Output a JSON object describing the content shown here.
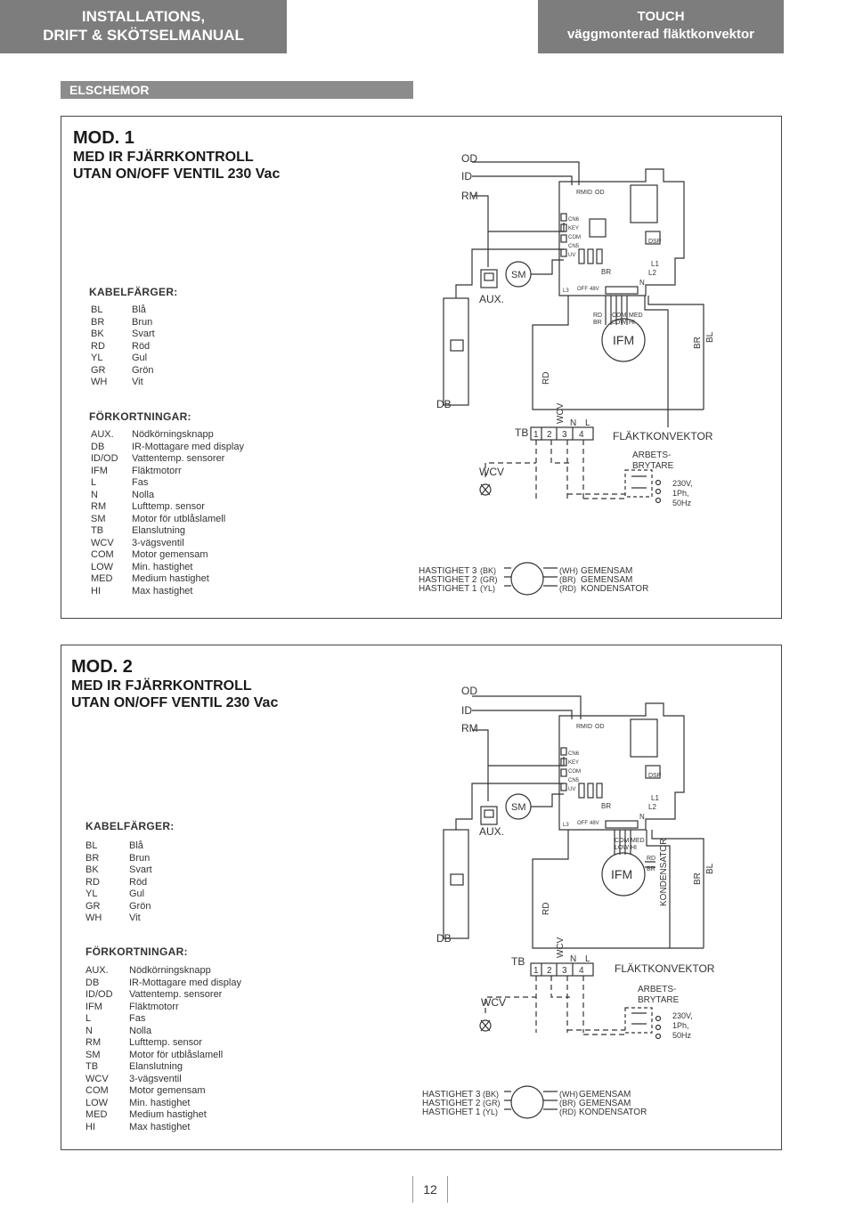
{
  "header": {
    "left_line1": "INSTALLATIONS,",
    "left_line2": "DRIFT & SKÖTSELMANUAL",
    "right_line1": "TOUCH",
    "right_line2": "väggmonterad fläktkonvektor"
  },
  "section_title": "ELSCHEMOR",
  "mod1": {
    "title": "MOD. 1",
    "subtitle1": "MED IR FJÄRRKONTROLL",
    "subtitle2": "UTAN ON/OFF VENTIL 230 Vac"
  },
  "mod2": {
    "title": "MOD. 2",
    "subtitle1": "MED IR FJÄRRKONTROLL",
    "subtitle2": "UTAN ON/OFF VENTIL 230 Vac"
  },
  "cable_colors_heading": "KABELFÄRGER:",
  "cable_colors": [
    {
      "code": "BL",
      "name": "Blå"
    },
    {
      "code": "BR",
      "name": "Brun"
    },
    {
      "code": "BK",
      "name": "Svart"
    },
    {
      "code": "RD",
      "name": "Röd"
    },
    {
      "code": "YL",
      "name": "Gul"
    },
    {
      "code": "GR",
      "name": "Grön"
    },
    {
      "code": "WH",
      "name": "Vit"
    }
  ],
  "abbreviations_heading": "FÖRKORTNINGAR:",
  "abbreviations": [
    {
      "code": "AUX.",
      "name": "Nödkörningsknapp"
    },
    {
      "code": "DB",
      "name": "IR-Mottagare med display"
    },
    {
      "code": "ID/OD",
      "name": "Vattentemp. sensorer"
    },
    {
      "code": "IFM",
      "name": "Fläktmotorr"
    },
    {
      "code": "L",
      "name": "Fas"
    },
    {
      "code": "N",
      "name": "Nolla"
    },
    {
      "code": "RM",
      "name": "Lufttemp. sensor"
    },
    {
      "code": "SM",
      "name": "Motor för utblåslamell"
    },
    {
      "code": "TB",
      "name": "Elanslutning"
    },
    {
      "code": "WCV",
      "name": "3-vägsventil"
    },
    {
      "code": "COM",
      "name": "Motor gemensam"
    },
    {
      "code": "LOW",
      "name": "Min. hastighet"
    },
    {
      "code": "MED",
      "name": "Medium hastighet"
    },
    {
      "code": "HI",
      "name": "Max hastighet"
    }
  ],
  "diagram": {
    "od": "OD",
    "id": "ID",
    "rm": "RM",
    "aux": "AUX.",
    "sm": "SM",
    "db": "DB",
    "rd": "RD",
    "ifm": "IFM",
    "bl": "BL",
    "br": "BR",
    "tb": "TB",
    "wcv": "WCV",
    "n": "N",
    "l": "L",
    "t1": "1",
    "t2": "2",
    "t3": "3",
    "t4": "4",
    "unit": "FLÄKTKONVEKTOR",
    "switch1": "ARBETS-",
    "switch2": "BRYTARE",
    "supply1": "230V,",
    "supply2": "1Ph,",
    "supply3": "50Hz",
    "h3": "HASTIGHET 3",
    "h2": "HASTIGHET 2",
    "h1": "HASTIGHET 1",
    "bk": "(BK)",
    "gr": "(GR)",
    "yl": "(YL)",
    "wh": "(WH)",
    "brp": "(BR)",
    "rdp": "(RD)",
    "gem1": "GEMENSAM",
    "gem2": "GEMENSAM",
    "kond": "KONDENSATOR",
    "kond_v": "KONDENSATOR",
    "pcb_rm": "RM",
    "pcb_id": "ID",
    "pcb_od": "OD",
    "pcb_l1": "L1",
    "pcb_l2": "L2",
    "pcb_n": "N",
    "pcb_br": "BR",
    "pcb_dsp": "DSP",
    "pcb_cn5": "CN5",
    "pcb_com": "COM",
    "pcb_key": "KEY",
    "pcb_cn6": "CN6",
    "pcb_uv": "UV",
    "pcb_l3": "L3",
    "pcb_off": "OFF",
    "pcb_48v": "48V",
    "w_rd": "RD",
    "w_br": "BR",
    "w_com": "COM",
    "w_low": "LOW",
    "w_med": "MED",
    "w_hi": "HI"
  },
  "page_number": "12"
}
